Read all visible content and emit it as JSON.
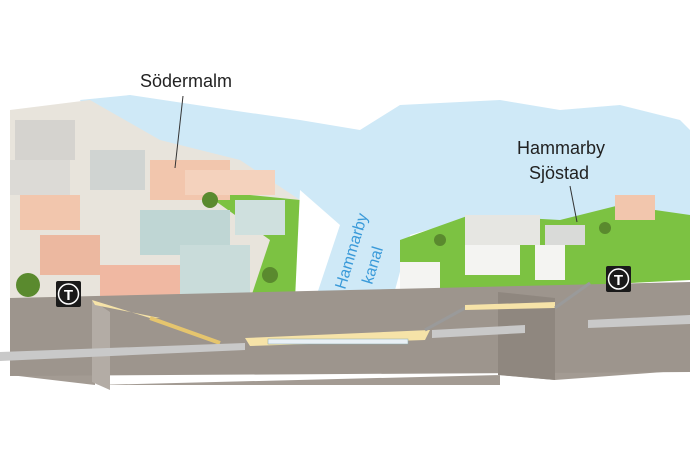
{
  "labels": {
    "sodermalm": "Södermalm",
    "hammarby_sjostad_line1": "Hammarby",
    "hammarby_sjostad_line2": "Sjöstad",
    "canal_line1": "Hammarby",
    "canal_line2": "kanal"
  },
  "metro_signs": [
    {
      "letter": "T",
      "icon": "metro-t-icon"
    },
    {
      "letter": "T",
      "icon": "metro-t-icon"
    }
  ],
  "colors": {
    "water": "#cfe9f7",
    "grass": "#7cc242",
    "ground": "#a39b93",
    "ground_dark": "#8f877f",
    "tunnel": "#c9c9c9",
    "platform": "#f6e3a8",
    "canal_text": "#3a9ad9"
  }
}
